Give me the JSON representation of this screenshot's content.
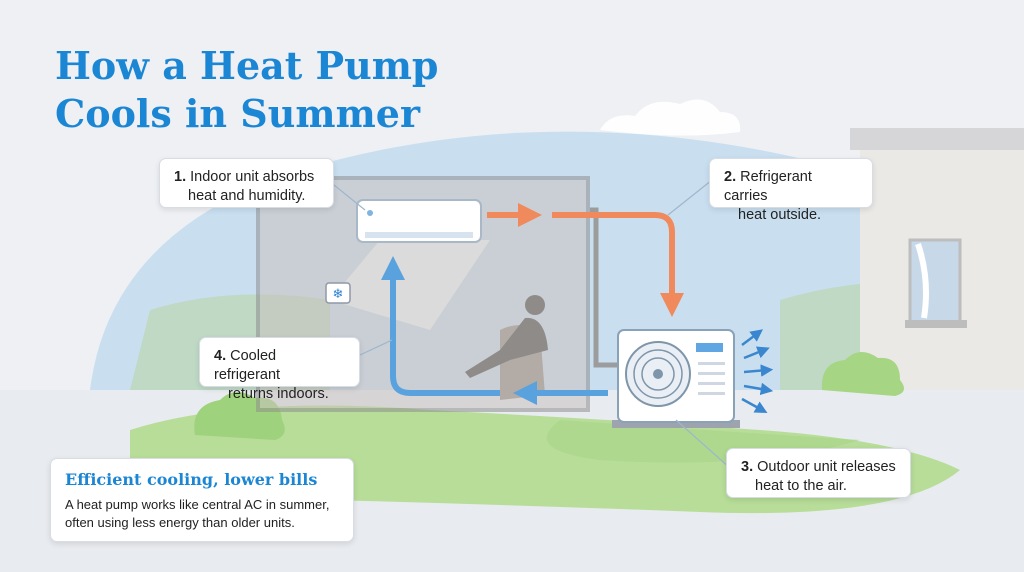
{
  "title": {
    "line1": "How a Heat Pump",
    "line2": "Cools in Summer"
  },
  "steps": [
    {
      "number": "1.",
      "line1": "Indoor unit absorbs",
      "line2": "heat and humidity."
    },
    {
      "number": "2.",
      "line1": "Refrigerant carries",
      "line2": "heat outside."
    },
    {
      "number": "3.",
      "line1": "Outdoor unit releases",
      "line2": "heat to the air."
    },
    {
      "number": "4.",
      "line1": "Cooled refrigerant",
      "line2": "returns indoors."
    }
  ],
  "info": {
    "heading": "Efficient cooling, lower bills",
    "line1": "A heat pump works like central AC in summer,",
    "line2": "often using less energy than older units."
  },
  "thermostat_icon": "snowflake-icon",
  "colors": {
    "title": "#1b86d4",
    "hot_flow": "#f08a5d",
    "cool_flow": "#5aa2de",
    "grass": "#9fd27c",
    "sky": "#c7def0"
  }
}
